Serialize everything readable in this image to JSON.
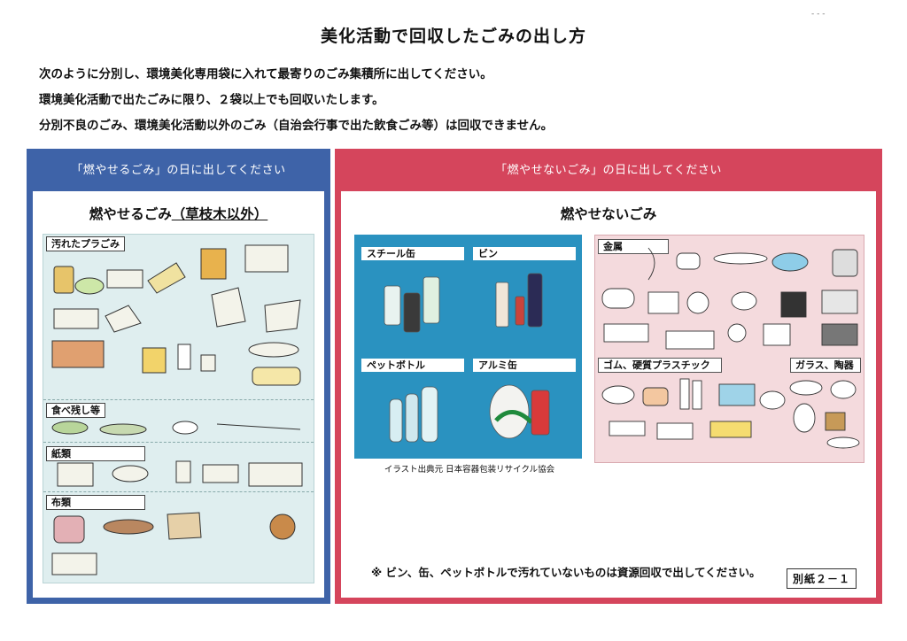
{
  "page_title": "美化活動で回収したごみの出し方",
  "corner_mark": "- - -",
  "intro_lines": [
    "次のように分別し、環境美化専用袋に入れて最寄りのごみ集積所に出してください。",
    "環境美化活動で出たごみに限り、２袋以上でも回収いたします。",
    "分別不良のごみ、環境美化活動以外のごみ（自治会行事で出た飲食ごみ等）は回収できません。"
  ],
  "left_panel": {
    "header": "「燃やせるごみ」の日に出してください",
    "heading_main": "燃やせるごみ",
    "heading_note": "（草枝木以外）",
    "categories": [
      "汚れたプラごみ",
      "食べ残し等",
      "紙類",
      "布類"
    ],
    "color": "#3e63a8"
  },
  "right_panel": {
    "header": "「燃やせないごみ」の日に出してください",
    "heading": "燃やせないごみ",
    "resource_items": [
      "スチール缶",
      "ビン",
      "ペットボトル",
      "アルミ缶"
    ],
    "nonburnable_items": [
      "金属",
      "ゴム、硬質プラスチック",
      "ガラス、陶器"
    ],
    "credit": "イラスト出典元 日本容器包装リサイクル協会",
    "note": "※ ビン、缶、ペットボトルで汚れていないものは資源回収で出してください。",
    "ref": "別紙２－１",
    "color": "#d5455c"
  }
}
